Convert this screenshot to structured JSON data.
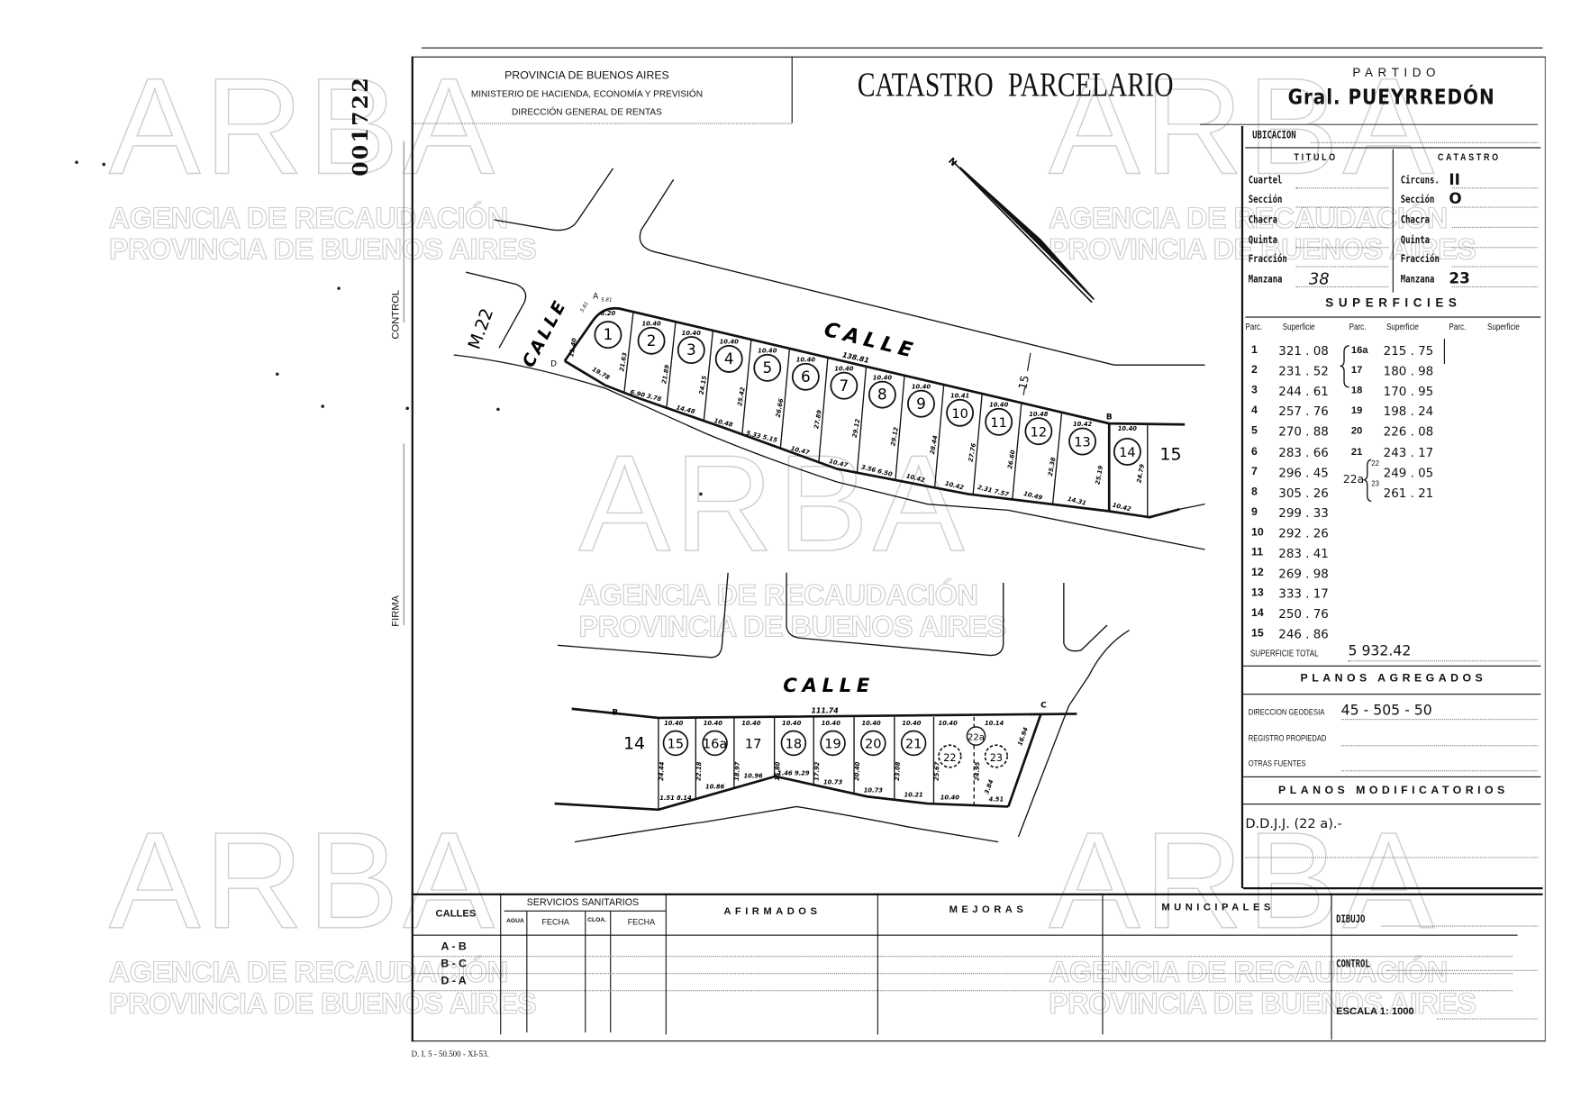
{
  "margin": {
    "serial": "001722",
    "control": "CONTROL",
    "firma": "FIRMA"
  },
  "header": {
    "line1": "PROVINCIA DE BUENOS AIRES",
    "line2": "MINISTERIO DE HACIENDA, ECONOMÍA Y PREVISIÓN",
    "line3": "DIRECCIÓN GENERAL DE RENTAS",
    "title": "CATASTRO PARCELARIO",
    "partido_label": "PARTIDO",
    "partido": "Gral. PUEYRREDÓN"
  },
  "ubicacion": {
    "label": "UBICACION",
    "titulo_header": "TITULO",
    "catastro_header": "CATASTRO",
    "titulo": [
      {
        "label": "Cuartel",
        "value": ""
      },
      {
        "label": "Sección",
        "value": ""
      },
      {
        "label": "Chacra",
        "value": ""
      },
      {
        "label": "Quinta",
        "value": ""
      },
      {
        "label": "Fracción",
        "value": ""
      },
      {
        "label": "Manzana",
        "value": "38"
      }
    ],
    "catastro": [
      {
        "label": "Circuns.",
        "value": "II"
      },
      {
        "label": "Sección",
        "value": "O"
      },
      {
        "label": "Chacra",
        "value": ""
      },
      {
        "label": "Quinta",
        "value": ""
      },
      {
        "label": "Fracción",
        "value": ""
      },
      {
        "label": "Manzana",
        "value": "23"
      }
    ]
  },
  "superficies": {
    "title": "SUPERFICIES",
    "headers": [
      "Parc.",
      "Superficie",
      "Parc.",
      "Superficie",
      "Parc.",
      "Superficie"
    ],
    "col1": [
      {
        "parc": "1",
        "sup": "321 . 08"
      },
      {
        "parc": "2",
        "sup": "231 . 52"
      },
      {
        "parc": "3",
        "sup": "244 . 61"
      },
      {
        "parc": "4",
        "sup": "257 . 76"
      },
      {
        "parc": "5",
        "sup": "270 . 88"
      },
      {
        "parc": "6",
        "sup": "283 . 66"
      },
      {
        "parc": "7",
        "sup": "296 . 45"
      },
      {
        "parc": "8",
        "sup": "305 . 26"
      },
      {
        "parc": "9",
        "sup": "299 . 33"
      },
      {
        "parc": "10",
        "sup": "292 . 26"
      },
      {
        "parc": "11",
        "sup": "283 . 41"
      },
      {
        "parc": "12",
        "sup": "269 . 98"
      },
      {
        "parc": "13",
        "sup": "333 . 17"
      },
      {
        "parc": "14",
        "sup": "250 . 76"
      },
      {
        "parc": "15",
        "sup": "246 . 86"
      }
    ],
    "col2": [
      {
        "parc": "16a",
        "sup": "215 . 75"
      },
      {
        "parc": "17",
        "sup": "180 . 98"
      },
      {
        "parc": "18",
        "sup": "170 . 95"
      },
      {
        "parc": "19",
        "sup": "198 . 24"
      },
      {
        "parc": "20",
        "sup": "226 . 08"
      },
      {
        "parc": "21",
        "sup": "243 . 17"
      },
      {
        "parc": "22",
        "sup": "249 . 05"
      },
      {
        "parc": "23",
        "sup": "261 . 21"
      }
    ],
    "merged_note": "22a",
    "total_label": "SUPERFICIE TOTAL",
    "total": "5 932.42"
  },
  "planos_agregados": {
    "title": "PLANOS AGREGADOS",
    "rows": [
      {
        "label": "DIRECCION GEODESIA",
        "value": "45 - 505 - 50"
      },
      {
        "label": "REGISTRO PROPIEDAD",
        "value": ""
      },
      {
        "label": "OTRAS FUENTES",
        "value": ""
      }
    ]
  },
  "planos_modificatorios": {
    "title": "PLANOS MODIFICATORIOS",
    "entry": "D.D.J.J. (22 a).-"
  },
  "bottom_table": {
    "calles": "CALLES",
    "servicios": "SERVICIOS SANITARIOS",
    "agua": "AGUA",
    "fecha1": "FECHA",
    "cloa": "CLOA.",
    "fecha2": "FECHA",
    "afirmados": "AFIRMADOS",
    "mejoras": "MEJORAS",
    "municipales": "MUNICIPALES",
    "rows": [
      "A - B",
      "B - C",
      "D - A"
    ]
  },
  "signature": {
    "dibujo": "DIBUJO",
    "control": "CONTROL",
    "escala": "ESCALA 1: 1000"
  },
  "footer": "D. I. 5 - 50.500 - XI-53.",
  "plan": {
    "street": "CALLE",
    "block": "M.22",
    "north": "N",
    "points": {
      "A": "A",
      "B": "B",
      "C": "C",
      "D": "D"
    },
    "corner_dims": [
      "5.81",
      "5.81"
    ],
    "upper_total": "138.81",
    "lower_total": "111.74",
    "block_marker": "15",
    "upper_neighbor": "15",
    "lower_neighbor": "14",
    "upper_parcels": [
      {
        "id": "1",
        "front": "8.20",
        "depth": "11.40",
        "rear": "19.78"
      },
      {
        "id": "2",
        "front": "10.40",
        "depth": "21.63",
        "rear": "6.90 3.78"
      },
      {
        "id": "3",
        "front": "10.40",
        "depth": "21.89",
        "rear": "14.48"
      },
      {
        "id": "4",
        "front": "10.40",
        "depth": "24.15",
        "rear": "10.48"
      },
      {
        "id": "5",
        "front": "10.40",
        "depth": "25.42",
        "rear": "5.33 5.15"
      },
      {
        "id": "6",
        "front": "10.40",
        "depth": "26.66",
        "rear": "10.47"
      },
      {
        "id": "7",
        "front": "10.40",
        "depth": "27.89",
        "rear": "10.47"
      },
      {
        "id": "8",
        "front": "10.40",
        "depth": "29.12",
        "rear": "3.56 6.50"
      },
      {
        "id": "9",
        "front": "10.40",
        "depth": "29.12",
        "rear": "10.42"
      },
      {
        "id": "10",
        "front": "10.41",
        "depth": "28.44",
        "rear": "10.42"
      },
      {
        "id": "11",
        "front": "10.40",
        "depth": "27.76",
        "rear": "2.31 7.57"
      },
      {
        "id": "12",
        "front": "10.48",
        "depth": "26.60",
        "rear": "10.49"
      },
      {
        "id": "13",
        "front": "10.42",
        "depth": "25.38",
        "rear": "14.31"
      },
      {
        "id": "14",
        "front": "10.40",
        "depth": "25.19",
        "rear": "10.42",
        "depth_right": "24.79"
      }
    ],
    "lower_parcels": [
      {
        "id": "15",
        "front": "10.40",
        "depth": "24.44",
        "rear": "1.51 8.14"
      },
      {
        "id": "16a",
        "front": "10.40",
        "depth": "22.18",
        "rear": "10.86"
      },
      {
        "id": "17",
        "front": "10.40",
        "depth": "18.97",
        "rear": "10.96"
      },
      {
        "id": "18",
        "front": "10.40",
        "depth": "15.80",
        "rear": "1.46 9.29"
      },
      {
        "id": "19",
        "front": "10.40",
        "depth": "17.92",
        "rear": "10.73"
      },
      {
        "id": "20",
        "front": "10.40",
        "depth": "20.40",
        "rear": "10.73"
      },
      {
        "id": "21",
        "front": "10.40",
        "depth": "23.08",
        "rear": "10.21"
      },
      {
        "id": "22",
        "front": "10.40",
        "depth": "25.67",
        "rear": "10.40"
      },
      {
        "id": "23",
        "front": "10.14",
        "depth": "24.95",
        "rear": "4.51",
        "depth_right": "16.94",
        "side": "3.84"
      }
    ],
    "merged_parcel": "22a"
  },
  "watermark": {
    "title": "ARBA",
    "line1": "AGENCIA DE RECAUDACIÓN",
    "line2": "PROVINCIA DE BUENOS AIRES"
  }
}
